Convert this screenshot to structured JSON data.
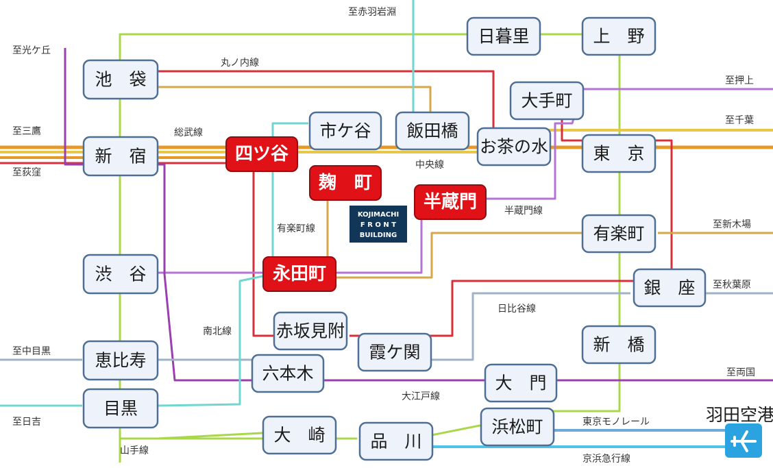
{
  "colors": {
    "yamanote": "#a8d84a",
    "marunouchi": "#d8303a",
    "yurakucho": "#d6a64a",
    "hanzomon": "#b673d6",
    "oedo": "#9b3fb0",
    "hibiya": "#9fb3c8",
    "nanboku": "#6fd6d0",
    "chuo": "#e49a28",
    "sobu": "#e8c646",
    "monorail": "#6fa9d8",
    "keikyu": "#4ec3e8",
    "highlight": "#e01218",
    "building": "#123658"
  },
  "stations": {
    "ikebukuro": "池　袋",
    "nippori": "日暮里",
    "ueno": "上　野",
    "ichigaya": "市ケ谷",
    "iidabashi": "飯田橋",
    "otemachi": "大手町",
    "ochanomizu": "お茶の水",
    "tokyo": "東　京",
    "shinjuku": "新　宿",
    "yotsuya": "四ツ谷",
    "kojimachi": "麹　町",
    "hanzomon": "半蔵門",
    "yurakucho": "有楽町",
    "shibuya": "渋　谷",
    "nagatacho": "永田町",
    "ginza": "銀　座",
    "akasakamitsuke": "赤坂見附",
    "kasumigaseki": "霞ケ関",
    "shinbashi": "新　橋",
    "ebisu": "恵比寿",
    "roppongi": "六本木",
    "daimon": "大　門",
    "meguro": "目黒",
    "osaki": "大　崎",
    "shinagawa": "品　川",
    "hamamatsucho": "浜松町"
  },
  "building": {
    "line1": "KOJIMACHI",
    "line2": "F R O N T",
    "line3": "BUILDING"
  },
  "airport": {
    "name": "羽田空港",
    "icon": "airplane-icon"
  },
  "line_labels": {
    "marunouchi": "丸ノ内線",
    "sobu": "総武線",
    "chuo": "中央線",
    "yurakucho": "有楽町線",
    "hanzomon": "半蔵門線",
    "hibiya": "日比谷線",
    "nanboku": "南北線",
    "oedo": "大江戸線",
    "yamanote": "山手線",
    "monorail": "東京モノレール",
    "keikyu": "京浜急行線"
  },
  "directions": {
    "akabaneiwabuchi": "至赤羽岩淵",
    "kotakemukaihara": "至光ケ丘",
    "mitaka": "至三鷹",
    "ogikubo": "至荻窪",
    "oshiage": "至押上",
    "chiba": "至千葉",
    "shinkiba": "至新木場",
    "akihabara": "至秋葉原",
    "nakameguro": "至中目黒",
    "ryogoku": "至両国",
    "hiyoshi": "至日吉"
  }
}
